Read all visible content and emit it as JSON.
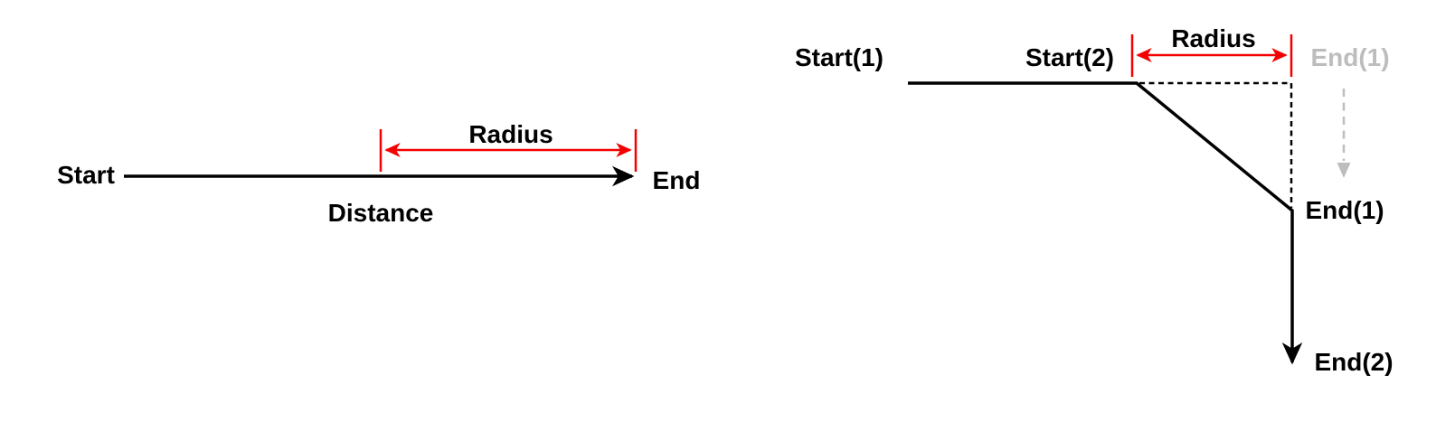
{
  "colors": {
    "ink": "#000000",
    "accent_red": "#f40000",
    "ghost_gray": "#bdbdbd",
    "background": "#ffffff"
  },
  "left_diagram": {
    "start_label": "Start",
    "end_label": "End",
    "radius_label": "Radius",
    "distance_label": "Distance"
  },
  "right_diagram": {
    "start1_label": "Start(1)",
    "start2_label": "Start(2)",
    "radius_label": "Radius",
    "end1_ghost_label": "End(1)",
    "end1_label": "End(1)",
    "end2_label": "End(2)"
  }
}
